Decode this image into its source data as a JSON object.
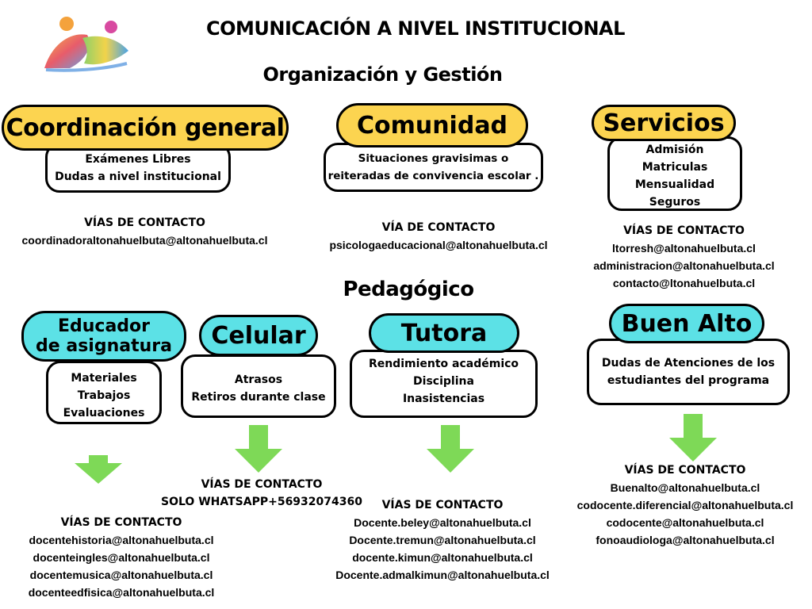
{
  "header": {
    "title": "COMUNICACIÓN A NIVEL INSTITUCIONAL",
    "subtitle": "Organización y Gestión",
    "section_pedagogico": "Pedagógico"
  },
  "colors": {
    "yellow": "#fcd450",
    "cyan": "#5ce1e6",
    "arrow": "#7ed957"
  },
  "org": {
    "coordinacion": {
      "label": "Coordinación general",
      "items": [
        "Exámenes Libres",
        "Dudas a nivel institucional"
      ],
      "contact_heading": "VÍAS DE CONTACTO",
      "contacts": [
        "coordinadoraltonahuelbuta@altonahuelbuta.cl"
      ]
    },
    "comunidad": {
      "label": "Comunidad",
      "items": [
        "Situaciones gravisimas o",
        "reiteradas de convivencia escolar ."
      ],
      "contact_heading": "VÍA DE CONTACTO",
      "contacts": [
        "psicologaeducacional@altonahuelbuta.cl"
      ]
    },
    "servicios": {
      "label": "Servicios",
      "items": [
        "Admisión",
        "Matriculas",
        "Mensualidad",
        "Seguros"
      ],
      "contact_heading": "VÍAS DE CONTACTO",
      "contacts": [
        "ltorresh@altonahuelbuta.cl",
        "administracion@altonahuelbuta.cl",
        "contacto@ltonahuelbuta.cl"
      ]
    }
  },
  "ped": {
    "educador": {
      "label_line1": "Educador",
      "label_line2": "de asignatura",
      "items": [
        "Materiales",
        "Trabajos",
        "Evaluaciones"
      ],
      "contact_heading": "VÍAS DE CONTACTO",
      "contacts": [
        "docentehistoria@altonahuelbuta.cl",
        "docenteingles@altonahuelbuta.cl",
        "docentemusica@altonahuelbuta.cl",
        "docenteedfisica@altonahuelbuta.cl"
      ]
    },
    "celular": {
      "label": "Celular",
      "items": [
        "Atrasos",
        "Retiros durante clase"
      ],
      "contact_heading": "VÍAS DE CONTACTO",
      "contacts": [
        "SOLO WHATSAPP+56932074360"
      ]
    },
    "tutora": {
      "label": "Tutora",
      "items": [
        "Rendimiento académico",
        "Disciplina",
        "Inasistencias"
      ],
      "contact_heading": "VÍAS DE CONTACTO",
      "contacts": [
        "Docente.beley@altonahuelbuta.cl",
        "Docente.tremun@altonahuelbuta.cl",
        "docente.kimun@altonahuelbuta.cl",
        "Docente.admalkimun@altonahuelbuta.cl"
      ]
    },
    "buenalto": {
      "label": "Buen Alto",
      "items": [
        "Dudas de Atenciones de los",
        "estudiantes del programa"
      ],
      "contact_heading": "VÍAS DE CONTACTO",
      "contacts": [
        "Buenalto@altonahuelbuta.cl",
        "codocente.diferencial@altonahuelbuta.cl",
        "codocente@altonahuelbuta.cl",
        "fonoaudiologa@altonahuelbuta.cl"
      ]
    }
  }
}
